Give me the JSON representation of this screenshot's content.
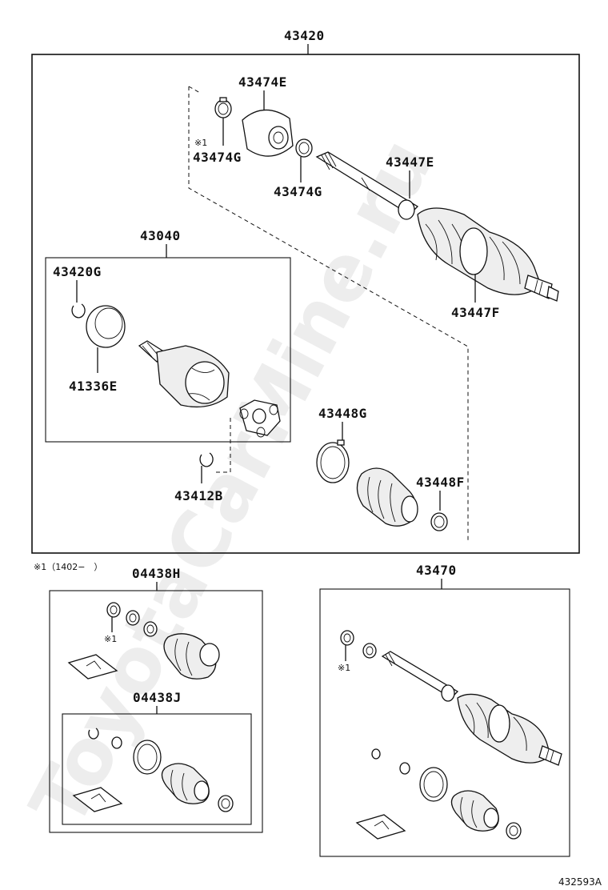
{
  "watermark": "ToyotaCarMine.ru",
  "diagram_id": "432593A",
  "footnote": "※1（1402−　）",
  "ref_mark": "※1",
  "assemblies": {
    "main": "43420",
    "inner_joint": "43040",
    "boot_kit_a": "04438H",
    "boot_kit_b": "04438J",
    "shaft_assy": "43470"
  },
  "parts": {
    "p43474E": "43474E",
    "p43474G_a": "43474G",
    "p43474G_b": "43474G",
    "p43447E": "43447E",
    "p43447F": "43447F",
    "p43420G": "43420G",
    "p41336E": "41336E",
    "p43448G": "43448G",
    "p43448F": "43448F",
    "p43412B": "43412B"
  }
}
